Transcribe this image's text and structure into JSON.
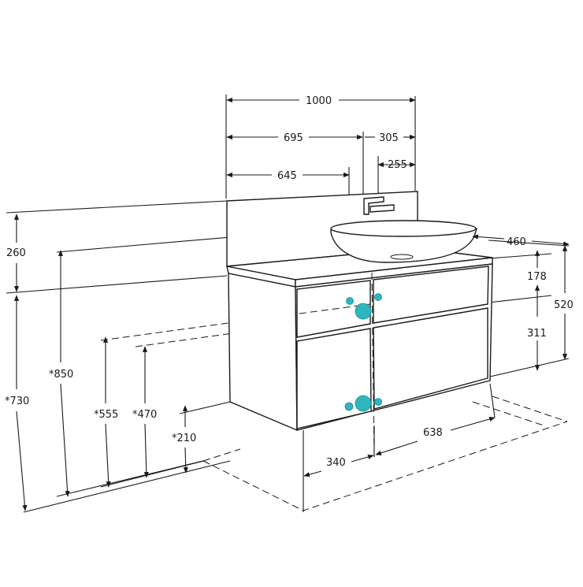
{
  "dimensions": {
    "width_total": "1000",
    "width_695": "695",
    "width_305": "305",
    "width_645": "645",
    "width_255": "255",
    "depth_460": "460",
    "drawer_178": "178",
    "drawer_311": "311",
    "cabinet_520": "520",
    "splash_260": "260",
    "height_850": "*850",
    "height_730": "*730",
    "height_555": "*555",
    "height_470": "*470",
    "height_210": "*210",
    "floor_638": "638",
    "floor_340": "340"
  },
  "colors": {
    "line": "#1a1a1a",
    "connector": "#2fb6bd",
    "background": "#ffffff"
  }
}
